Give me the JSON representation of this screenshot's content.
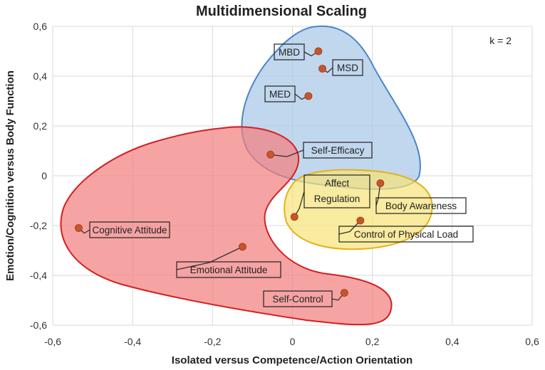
{
  "chart_data": {
    "type": "scatter",
    "title": "Multidimensional Scaling",
    "xlabel": "Isolated versus Competence/Action Orientation",
    "ylabel": "Emotion/Cognition versus Body Function",
    "xlim": [
      -0.6,
      0.6
    ],
    "ylim": [
      -0.6,
      0.6
    ],
    "x_ticks": [
      "-0,6",
      "-0,4",
      "-0,2",
      "0",
      "0,2",
      "0,4",
      "0,6"
    ],
    "y_ticks": [
      "-0,6",
      "-0,4",
      "-0,2",
      "0",
      "0,2",
      "0,4",
      "0,6"
    ],
    "grid": true,
    "annotation": "k = 2",
    "points": [
      {
        "label": "MBD",
        "x": 0.065,
        "y": 0.5
      },
      {
        "label": "MSD",
        "x": 0.075,
        "y": 0.43
      },
      {
        "label": "MED",
        "x": 0.04,
        "y": 0.32
      },
      {
        "label": "Self-Efficacy",
        "x": -0.055,
        "y": 0.085
      },
      {
        "label": "Affect Regulation",
        "x": 0.005,
        "y": -0.165
      },
      {
        "label": "Body Awareness",
        "x": 0.22,
        "y": -0.03
      },
      {
        "label": "Control of Physical Load",
        "x": 0.17,
        "y": -0.18
      },
      {
        "label": "Cognitive Attitude",
        "x": -0.535,
        "y": -0.21
      },
      {
        "label": "Emotional Attitude",
        "x": -0.125,
        "y": -0.285
      },
      {
        "label": "Self-Control",
        "x": 0.13,
        "y": -0.47
      }
    ],
    "clusters": [
      {
        "color": "#4a86c8",
        "fill": "#a9c7e6",
        "members": [
          "MBD",
          "MSD",
          "MED",
          "Self-Efficacy",
          "Body Awareness"
        ]
      },
      {
        "color": "#e3b21a",
        "fill": "#f7e37a",
        "members": [
          "Affect Regulation",
          "Body Awareness",
          "Control of Physical Load"
        ]
      },
      {
        "color": "#d42020",
        "fill": "#f27f7f",
        "members": [
          "Cognitive Attitude",
          "Emotional Attitude",
          "Self-Control",
          "Self-Efficacy"
        ]
      }
    ],
    "point_color": "#c8552a"
  }
}
